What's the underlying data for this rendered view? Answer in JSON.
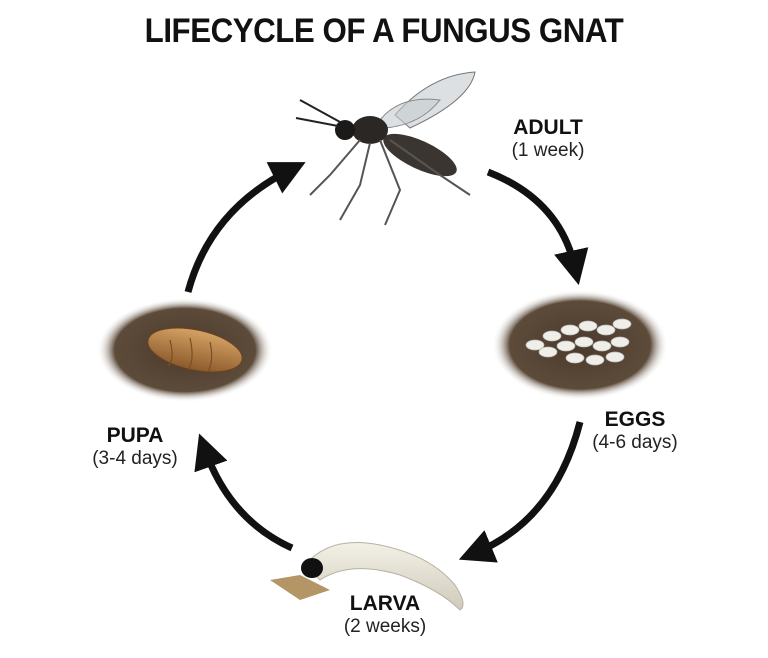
{
  "title": "LIFECYCLE OF A FUNGUS GNAT",
  "stages": [
    {
      "name": "ADULT",
      "duration": "(1 week)"
    },
    {
      "name": "EGGS",
      "duration": "(4-6 days)"
    },
    {
      "name": "LARVA",
      "duration": "(2 weeks)"
    },
    {
      "name": "PUPA",
      "duration": "(3-4 days)"
    }
  ]
}
